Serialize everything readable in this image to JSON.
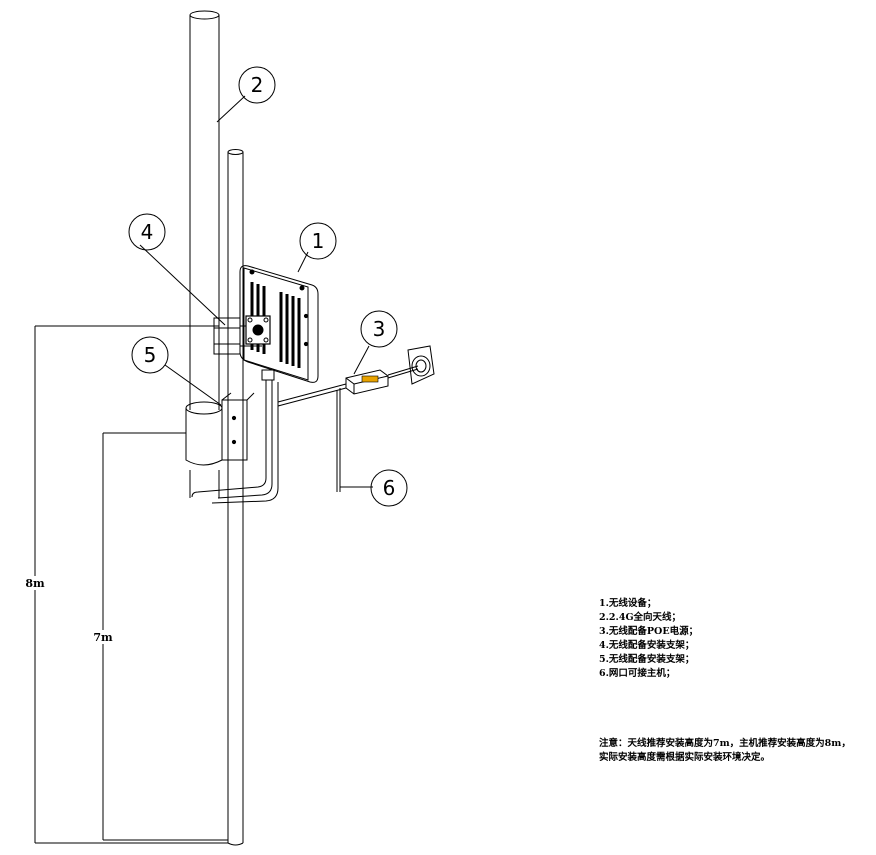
{
  "callouts": [
    "1",
    "2",
    "3",
    "4",
    "5",
    "6"
  ],
  "dimensions": {
    "total_height": "8m",
    "antenna_height": "7m"
  },
  "legend": [
    "1.无线设备；",
    "2.2.4G全向天线；",
    "3.无线配备POE电源；",
    "4.无线配备安装支架；",
    "5.无线配备安装支架；",
    "6.网口可接主机；"
  ],
  "note": {
    "line1": "注意：天线推荐安装高度为7m，主机推荐安装高度为8m，",
    "line2": "实际安装高度需根据实际安装环境决定。"
  }
}
